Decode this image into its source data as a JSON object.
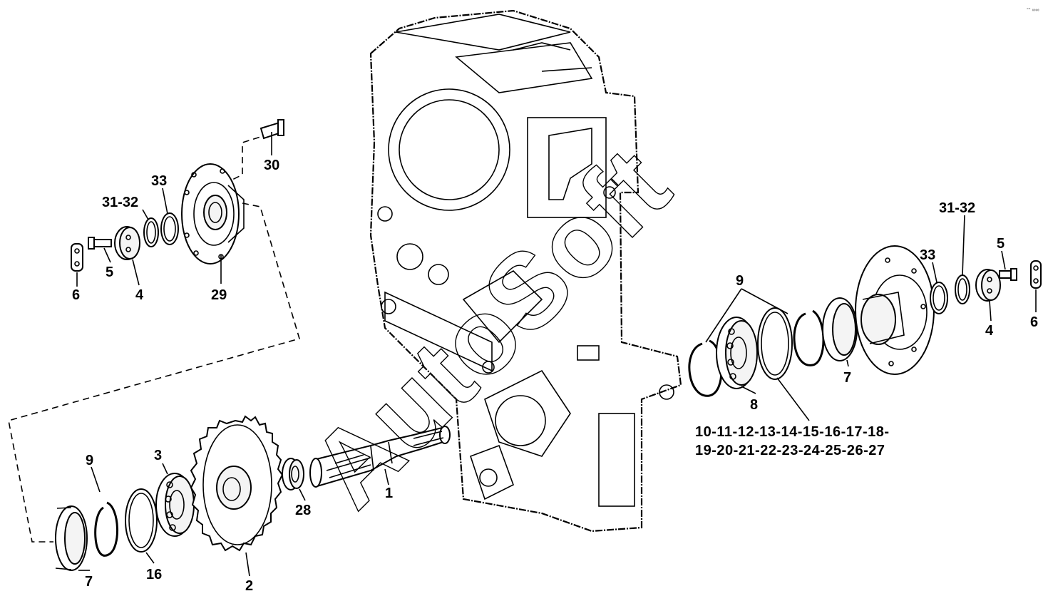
{
  "watermark": "AutoSoft",
  "corner_mark": "°° ∞∞",
  "callouts": {
    "p1": "1",
    "p2": "2",
    "p3": "3",
    "p4_left": "4",
    "p4_right": "4",
    "p5_left": "5",
    "p5_right": "5",
    "p6_left": "6",
    "p6_right": "6",
    "p7_bottom": "7",
    "p7_right": "7",
    "p8": "8",
    "p9_bottom": "9",
    "p9_right": "9",
    "p16": "16",
    "p28": "28",
    "p29": "29",
    "p30": "30",
    "p31_32_left": "31-32",
    "p31_32_right": "31-32",
    "p33_left": "33",
    "p33_right": "33",
    "range_line1": "10-11-12-13-14-15-16-17-18-",
    "range_line2": "19-20-21-22-23-24-25-26-27"
  }
}
